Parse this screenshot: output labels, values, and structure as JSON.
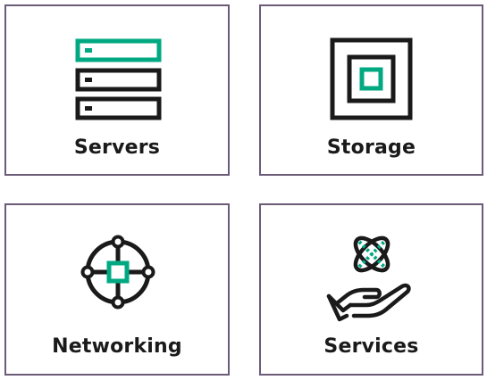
{
  "tiles": [
    {
      "label": "Servers",
      "icon": "server-rack-icon"
    },
    {
      "label": "Storage",
      "icon": "storage-squares-icon"
    },
    {
      "label": "Networking",
      "icon": "network-node-icon"
    },
    {
      "label": "Services",
      "icon": "hand-atom-services-icon"
    }
  ],
  "colors": {
    "accent": "#01a982",
    "stroke": "#1a1a1a",
    "border": "#6b5b78"
  }
}
